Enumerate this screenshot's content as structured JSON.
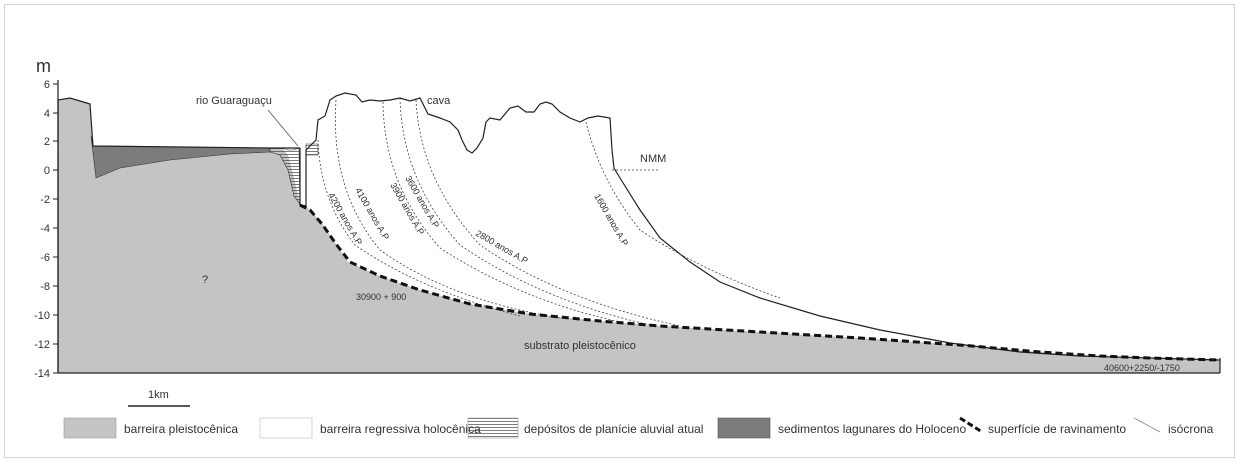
{
  "axis": {
    "unit": "m",
    "ticks": [
      "6",
      "4",
      "2",
      "0",
      "-2",
      "-4",
      "-6",
      "-8",
      "-10",
      "-12",
      "-14"
    ]
  },
  "labels": {
    "river": "rio Guaraguaçu",
    "cava": "cava",
    "nmm": "NMM",
    "question": "?",
    "date_base": "30900 + 900",
    "substrate": "substrato pleistocênico",
    "date_end": "40600+2250/-1750"
  },
  "isochrons": [
    "4200 anos A.P",
    "4100 anos A.P",
    "3900 anos A.P",
    "3600 anos A.P",
    "2800 anos A.P",
    "1600 anos A.P"
  ],
  "scale": {
    "label": "1km"
  },
  "legend": [
    {
      "label": "barreira pleistocênica"
    },
    {
      "label": "barreira regressiva holocênica"
    },
    {
      "label": "depósitos de planície aluvial atual"
    },
    {
      "label": "sedimentos lagunares do Holoceno"
    },
    {
      "label": "superfície de ravinamento"
    },
    {
      "label": "isócrona"
    }
  ],
  "colors": {
    "pleistocene": "#c4c4c4",
    "lagoon": "#7c7c7c",
    "outline": "#222222"
  }
}
